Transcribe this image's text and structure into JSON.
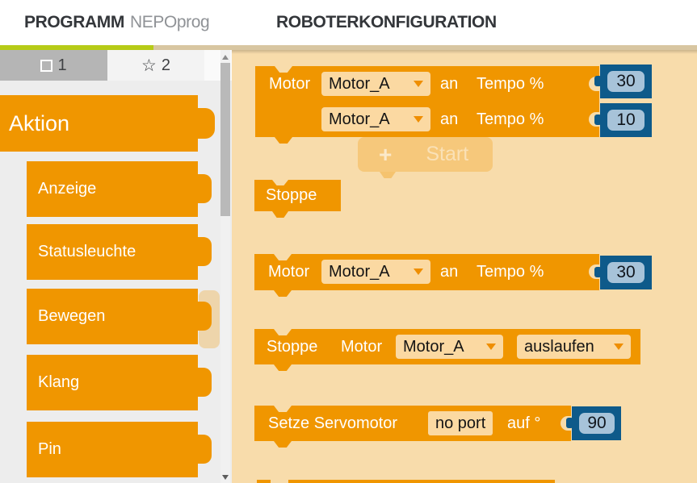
{
  "topbar": {
    "program_tab": {
      "bold": "PROGRAMM",
      "name": "NEPOprog"
    },
    "config_tab": "ROBOTERKONFIGURATION"
  },
  "colors": {
    "accent_orange": "#F09600",
    "value_blue": "#0E5A8A",
    "value_field_blue": "#A7C3D9",
    "dropdown_field": "#FBD9A2",
    "canvas_bg": "#F8DCAB",
    "active_tab_underline_green": "#B6CB17",
    "inactive_underline_beige": "#D8C6A1"
  },
  "sidebar": {
    "tab1": {
      "label": "1",
      "icon": "square-icon"
    },
    "tab2": {
      "label": "2",
      "icon": "star-icon",
      "star_glyph": "☆"
    },
    "category_header": "Aktion",
    "items": [
      {
        "label": "Anzeige"
      },
      {
        "label": "Statusleuchte"
      },
      {
        "label": "Bewegen"
      },
      {
        "label": "Klang"
      },
      {
        "label": "Pin"
      }
    ]
  },
  "canvas": {
    "blocks": {
      "motor_double": {
        "row1": {
          "label": "Motor",
          "port": "Motor_A",
          "an": "an",
          "tempo": "Tempo %",
          "value": "30"
        },
        "row2": {
          "port": "Motor_A",
          "an": "an",
          "tempo": "Tempo %",
          "value": "10"
        }
      },
      "ghost_start": {
        "plus": "+",
        "label": "Start"
      },
      "stoppe": {
        "label": "Stoppe"
      },
      "motor_single": {
        "label": "Motor",
        "port": "Motor_A",
        "an": "an",
        "tempo": "Tempo %",
        "value": "30"
      },
      "stoppe_motor": {
        "stoppe": "Stoppe",
        "motor": "Motor",
        "port": "Motor_A",
        "mode": "auslaufen"
      },
      "servo": {
        "label": "Setze Servomotor",
        "port": "no port",
        "auf": "auf °",
        "value": "90"
      }
    }
  }
}
